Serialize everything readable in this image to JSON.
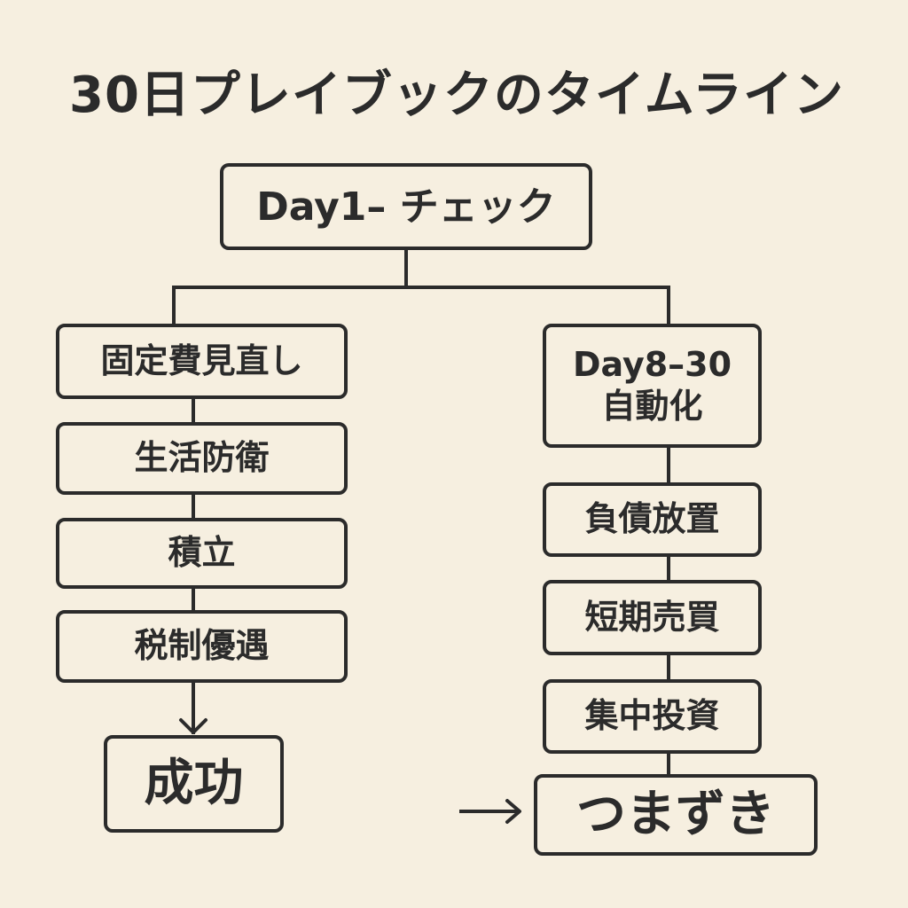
{
  "title": "30日プレイブックのタイムライン",
  "root": {
    "label": "Day1– チェック"
  },
  "left_branch": {
    "steps": [
      "固定費見直し",
      "生活防衛",
      "積立",
      "税制優遇"
    ],
    "outcome": "成功"
  },
  "right_branch": {
    "header_line1": "Day8–30",
    "header_line2": "自動化",
    "steps": [
      "負債放置",
      "短期売買",
      "集中投資"
    ],
    "outcome": "つまずき"
  },
  "colors": {
    "background": "#f6efe0",
    "ink": "#2b2b2b"
  }
}
